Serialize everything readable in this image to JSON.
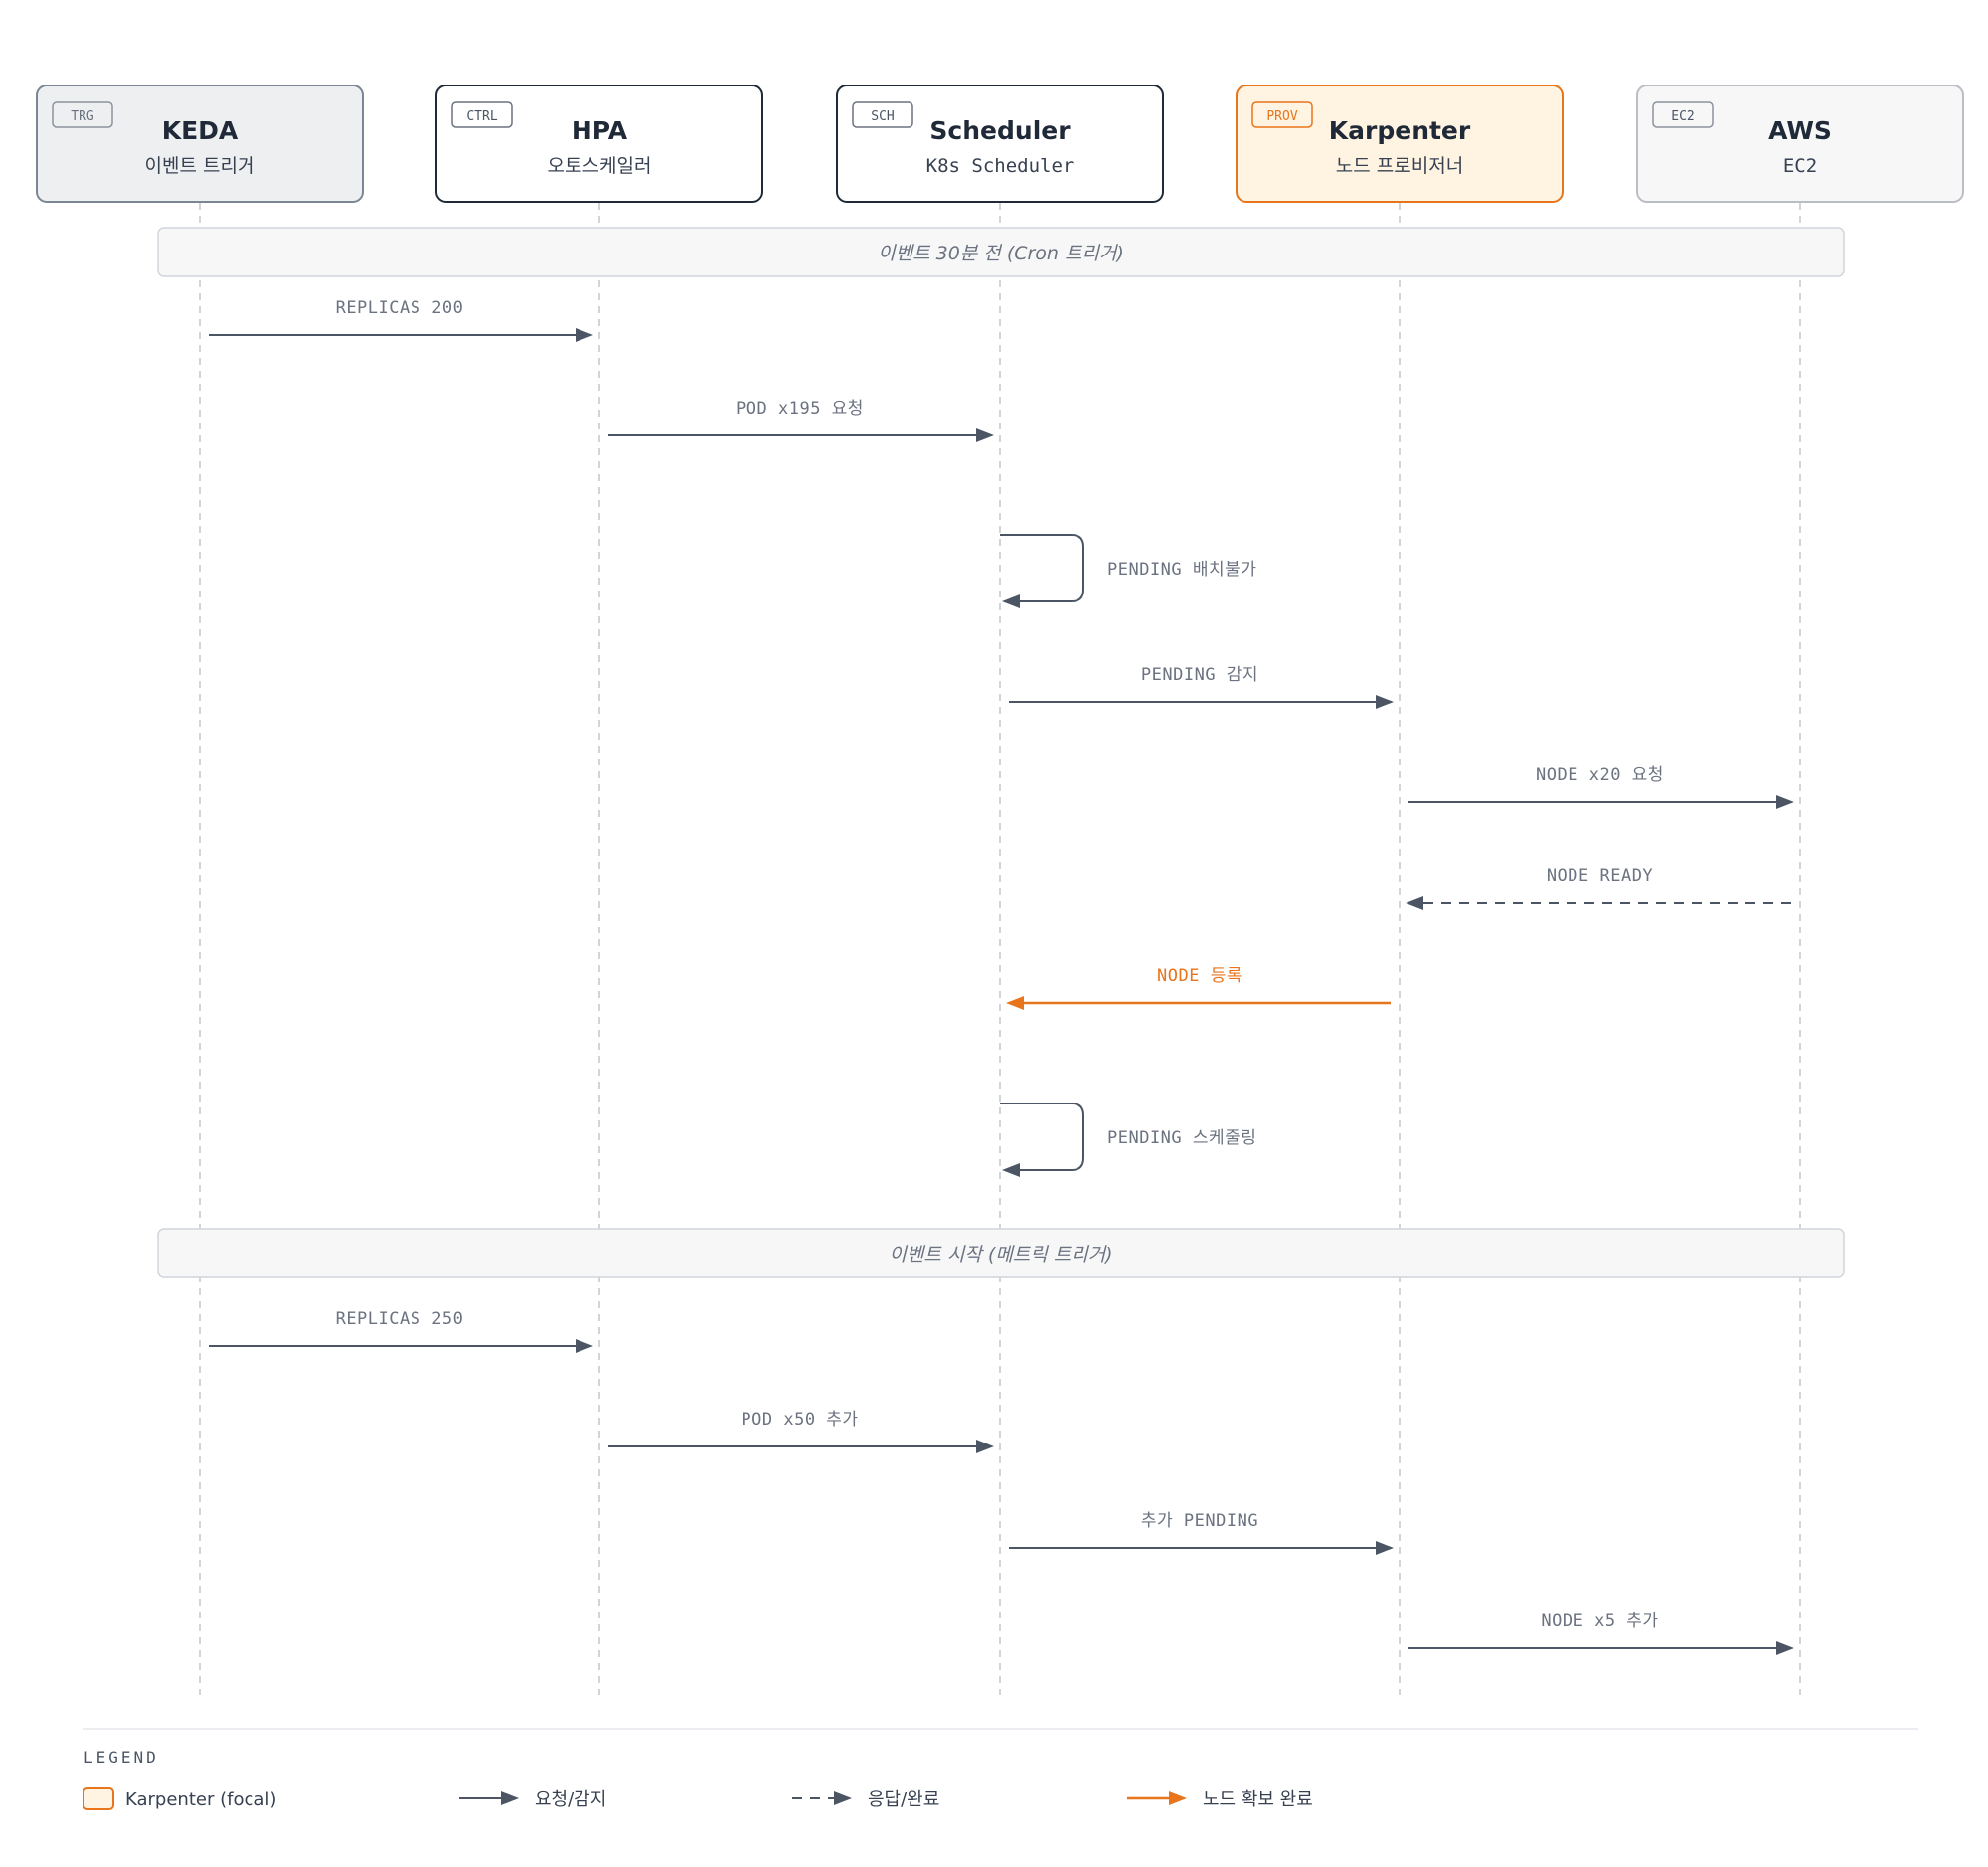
{
  "participants": [
    {
      "id": "keda",
      "tag": "TRG",
      "title": "KEDA",
      "subtitle": "이벤트 트리거",
      "style": "trigger"
    },
    {
      "id": "hpa",
      "tag": "CTRL",
      "title": "HPA",
      "subtitle": "오토스케일러",
      "style": "default"
    },
    {
      "id": "scheduler",
      "tag": "SCH",
      "title": "Scheduler",
      "subtitle": "K8s Scheduler",
      "style": "default"
    },
    {
      "id": "karpenter",
      "tag": "PROV",
      "title": "Karpenter",
      "subtitle": "노드 프로비저너",
      "style": "focal"
    },
    {
      "id": "aws",
      "tag": "EC2",
      "title": "AWS",
      "subtitle": "EC2",
      "style": "external"
    }
  ],
  "sections": [
    {
      "label": "이벤트 30분 전 (Cron 트리거)"
    },
    {
      "label": "이벤트 시작 (메트릭 트리거)"
    }
  ],
  "messages": [
    {
      "from": "keda",
      "to": "hpa",
      "label": "REPLICAS 200",
      "kind": "request"
    },
    {
      "from": "hpa",
      "to": "scheduler",
      "label": "POD x195 요청",
      "kind": "request"
    },
    {
      "from": "scheduler",
      "to": "scheduler",
      "label": "PENDING 배치불가",
      "kind": "self"
    },
    {
      "from": "scheduler",
      "to": "karpenter",
      "label": "PENDING 감지",
      "kind": "request"
    },
    {
      "from": "karpenter",
      "to": "aws",
      "label": "NODE x20 요청",
      "kind": "request"
    },
    {
      "from": "aws",
      "to": "karpenter",
      "label": "NODE READY",
      "kind": "response"
    },
    {
      "from": "karpenter",
      "to": "scheduler",
      "label": "NODE 등록",
      "kind": "focal"
    },
    {
      "from": "scheduler",
      "to": "scheduler",
      "label": "PENDING 스케줄링",
      "kind": "self"
    },
    {
      "from": "keda",
      "to": "hpa",
      "label": "REPLICAS 250",
      "kind": "request"
    },
    {
      "from": "hpa",
      "to": "scheduler",
      "label": "POD x50 추가",
      "kind": "request"
    },
    {
      "from": "scheduler",
      "to": "karpenter",
      "label": "추가 PENDING",
      "kind": "request"
    },
    {
      "from": "karpenter",
      "to": "aws",
      "label": "NODE x5 추가",
      "kind": "request"
    }
  ],
  "legend": {
    "title": "LEGEND",
    "items": [
      {
        "kind": "focal-box",
        "label": "Karpenter (focal)"
      },
      {
        "kind": "request",
        "label": "요청/감지"
      },
      {
        "kind": "response",
        "label": "응답/완료"
      },
      {
        "kind": "focal",
        "label": "노드 확보 완료"
      }
    ]
  },
  "colors": {
    "line": "#4b5563",
    "label": "#6b7280",
    "focal": "#e8741c",
    "focal_fill": "#fff4e2",
    "trigger_fill": "#eeeff1",
    "external_fill": "#f7f7f8",
    "dark_border": "#1f2937",
    "section_fill": "#f7f7f8"
  }
}
